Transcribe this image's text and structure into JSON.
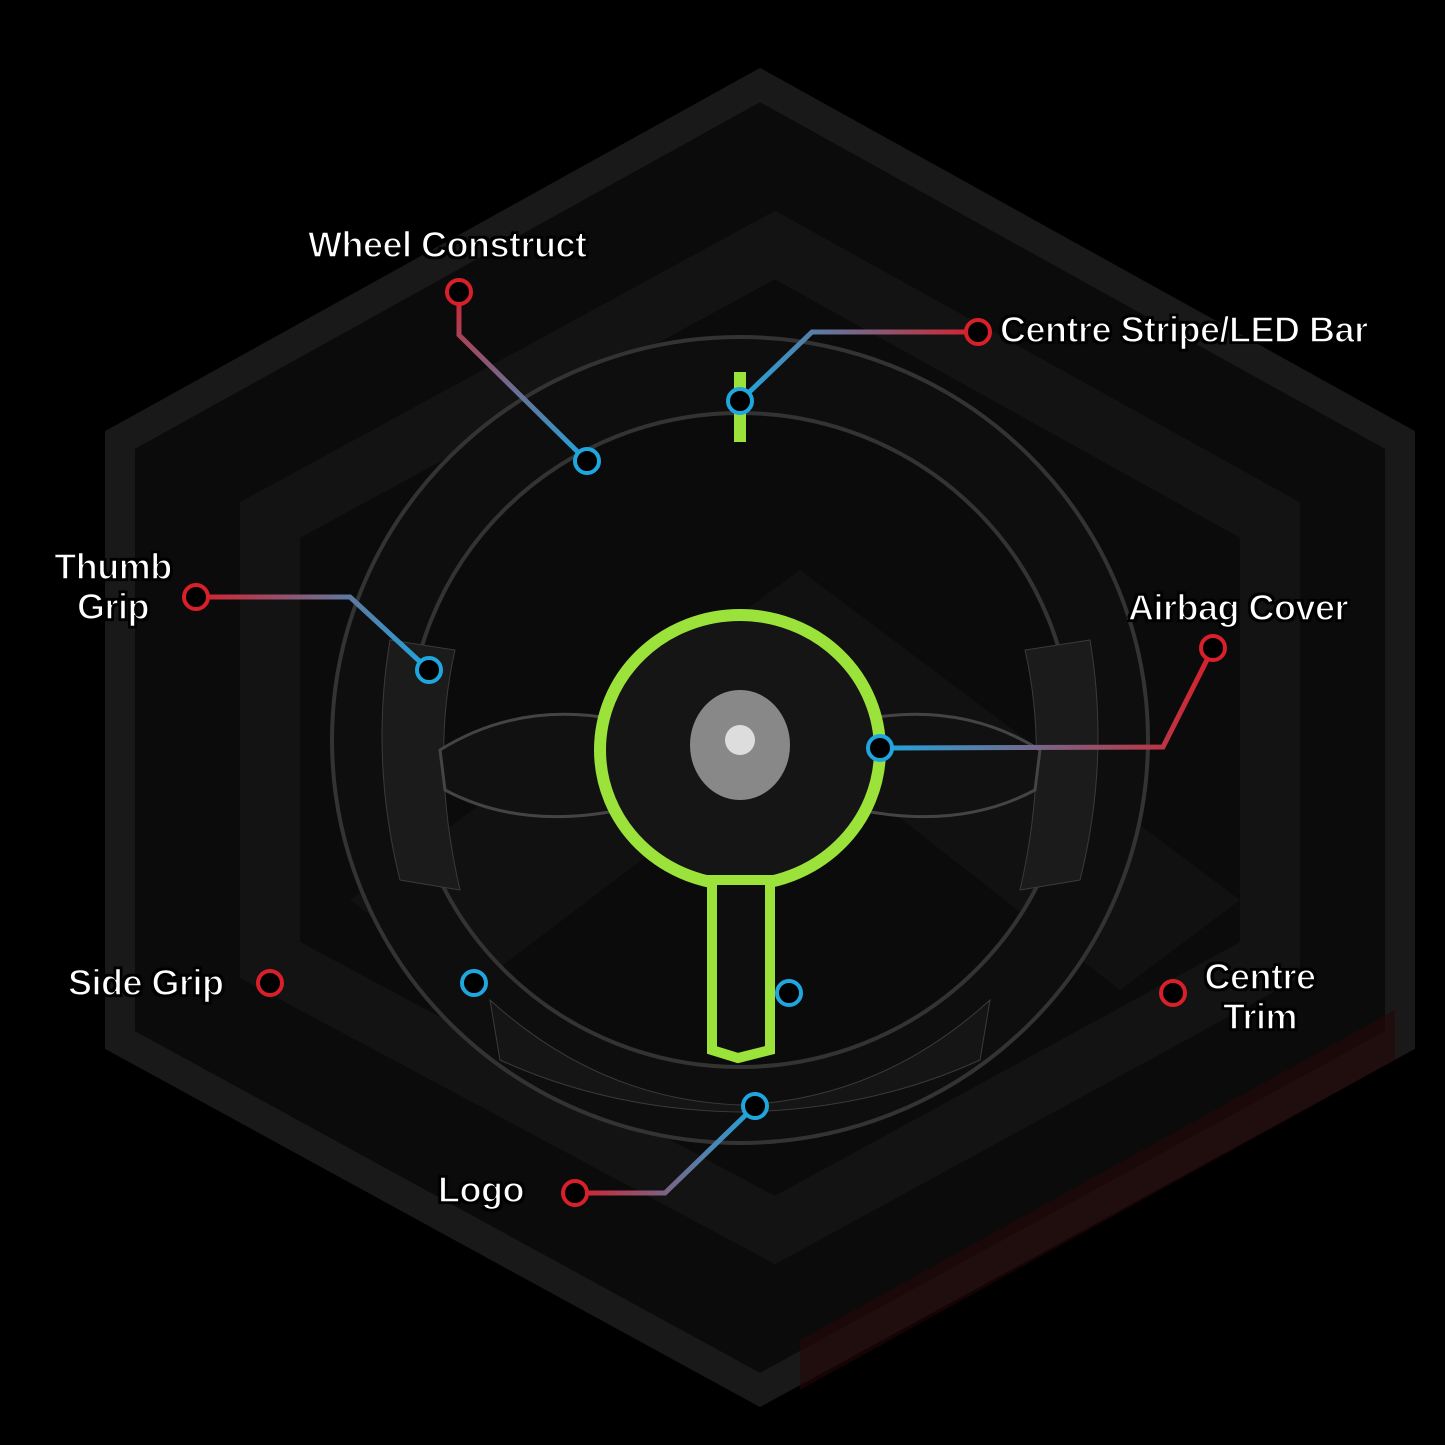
{
  "labels": {
    "wheel_construct": "Wheel Construct",
    "centre_stripe": "Centre Stripe/LED Bar",
    "thumb_grip_1": "Thumb",
    "thumb_grip_2": "Grip",
    "airbag_cover": "Airbag Cover",
    "side_grip": "Side Grip",
    "centre_trim_1": "Centre",
    "centre_trim_2": "Trim",
    "logo": "Logo"
  },
  "colors": {
    "label_end": "#d8202a",
    "wheel_end": "#1fa6de",
    "accent_green": "#9be23a",
    "background": "#000000"
  }
}
